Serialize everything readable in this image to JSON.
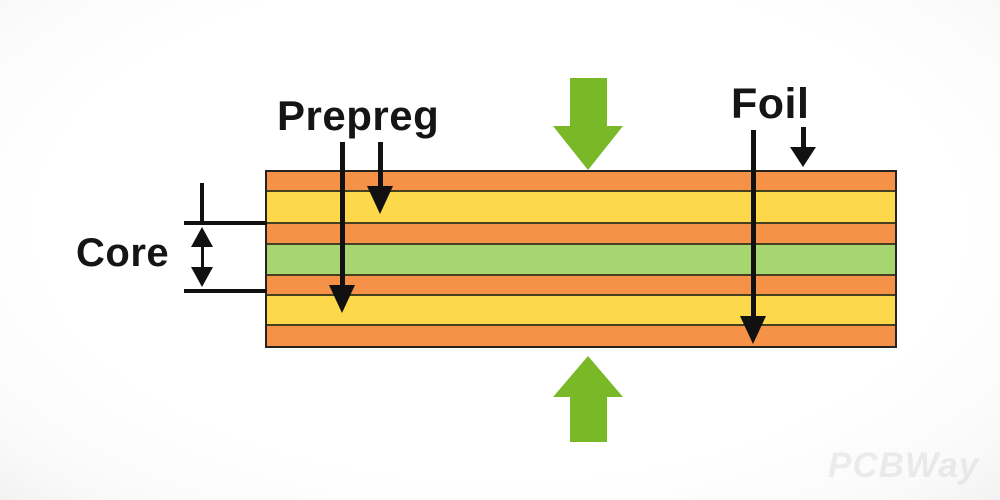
{
  "title": "PCB lamination stack-up diagram",
  "labels": {
    "prepreg": "Prepreg",
    "foil": "Foil",
    "core": "Core",
    "watermark": "PCBWay"
  },
  "colors": {
    "orange": "#F69248",
    "yellow": "#FCD84A",
    "core_green": "#A7D570",
    "arrow_green": "#79B928",
    "divider": "#45401f",
    "line": "#111111"
  },
  "layers": [
    {
      "name": "foil-top",
      "material": "copper foil",
      "color_key": "orange",
      "height": 18
    },
    {
      "name": "prepreg-top",
      "material": "prepreg",
      "color_key": "yellow",
      "height": 32
    },
    {
      "name": "core-copper-top",
      "material": "core copper",
      "color_key": "orange",
      "height": 21
    },
    {
      "name": "core-dielectric",
      "material": "core dielectric",
      "color_key": "core_green",
      "height": 31
    },
    {
      "name": "core-copper-bottom",
      "material": "core copper",
      "color_key": "orange",
      "height": 20
    },
    {
      "name": "prepreg-bottom",
      "material": "prepreg",
      "color_key": "yellow",
      "height": 30
    },
    {
      "name": "foil-bottom",
      "material": "copper foil",
      "color_key": "orange",
      "height": 22
    }
  ]
}
